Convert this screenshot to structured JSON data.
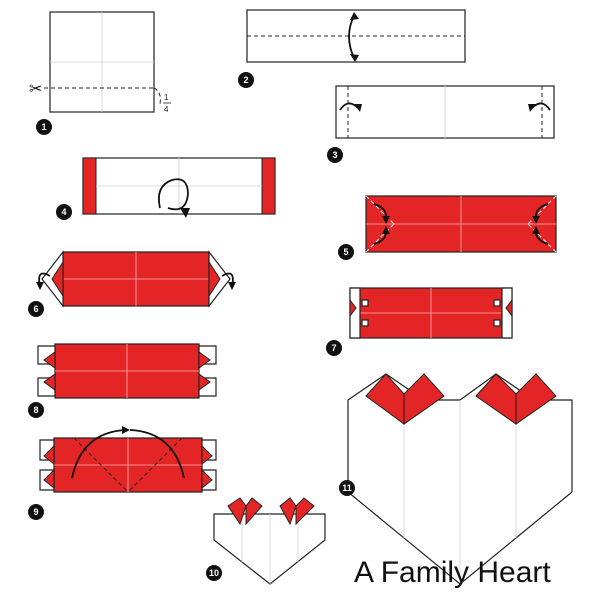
{
  "title": "A Family Heart",
  "step_labels": [
    "1",
    "2",
    "3",
    "4",
    "5",
    "6",
    "7",
    "8",
    "9",
    "10",
    "11"
  ],
  "fraction": {
    "numerator": "1",
    "denominator": "4"
  },
  "scissors_glyph": "✂",
  "colors": {
    "paper_red": "#e32526",
    "paper_white": "#ffffff",
    "line": "#222222"
  }
}
